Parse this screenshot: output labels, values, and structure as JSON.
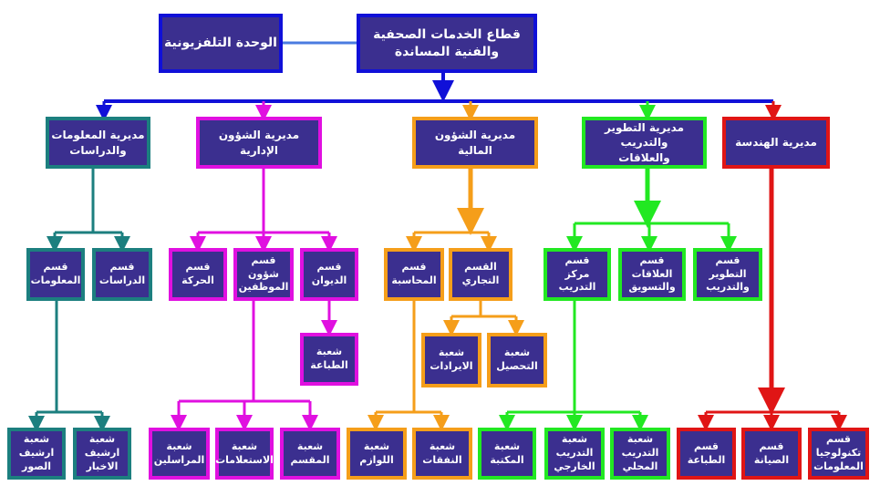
{
  "top": {
    "sector": "قطاع الخدمات الصحفية\nوالفنية  المساندة",
    "tv_unit": "الوحدة التلفزيونية"
  },
  "directorates": {
    "engineering": "مديرية الهندسة",
    "development": "مديرية التطوير والتدريب\nوالعلاقات",
    "finance": "مديرية الشؤون المالية",
    "admin": "مديرية الشؤون الإدارية",
    "info": "مديرية المعلومات\nوالدراسات"
  },
  "departments": {
    "info_studies": "قسم\nالدراسات",
    "info_information": "قسم\nالمعلومات",
    "admin_diwan": "قسم\nالديوان",
    "admin_staff": "قسم\nشؤون\nالموظفين",
    "admin_movement": "قسم\nالحركة",
    "fin_commercial": "القسم\nالتجاري",
    "fin_accounting": "قسم\nالمحاسبة",
    "dev_training": "قسم\nالتطوير\nوالتدريب",
    "dev_relations": "قسم\nالعلاقات\nوالتسويق",
    "dev_center": "قسم\nمركز\nالتدريب"
  },
  "sections": {
    "printing_section": "شعبة\nالطباعة",
    "revenue": "شعبة\nالايرادات",
    "collection": "شعبة\nالتحصيل"
  },
  "bottom": {
    "archive_news": "شعبة\nارشيف\nالاخبار",
    "archive_photos": "شعبة\nارشيف\nالصور",
    "splitter": "شعبة\nالمقسم",
    "inquiries": "شعبة\nالاستعلامات",
    "correspondents": "شعبة\nالمراسلين",
    "expenses": "شعبة\nالنفقات",
    "supplies": "شعبة\nاللوازم",
    "local_training": "شعبة\nالتدريب\nالمحلي",
    "external_training": "شعبة\nالتدريب\nالخارجي",
    "library": "شعبة\nالمكتبة",
    "it": "قسم\nتكنولوجيا\nالمعلومات",
    "maintenance": "قسم\nالصيانة",
    "printing_dept": "قسم\nالطباعة"
  },
  "colors": {
    "box_fill": "#3b2f8f",
    "blue": "#1010d8",
    "teal": "#1c7f7f",
    "magenta": "#e010e0",
    "orange": "#f59e1a",
    "green": "#22e822",
    "red": "#e01515"
  }
}
